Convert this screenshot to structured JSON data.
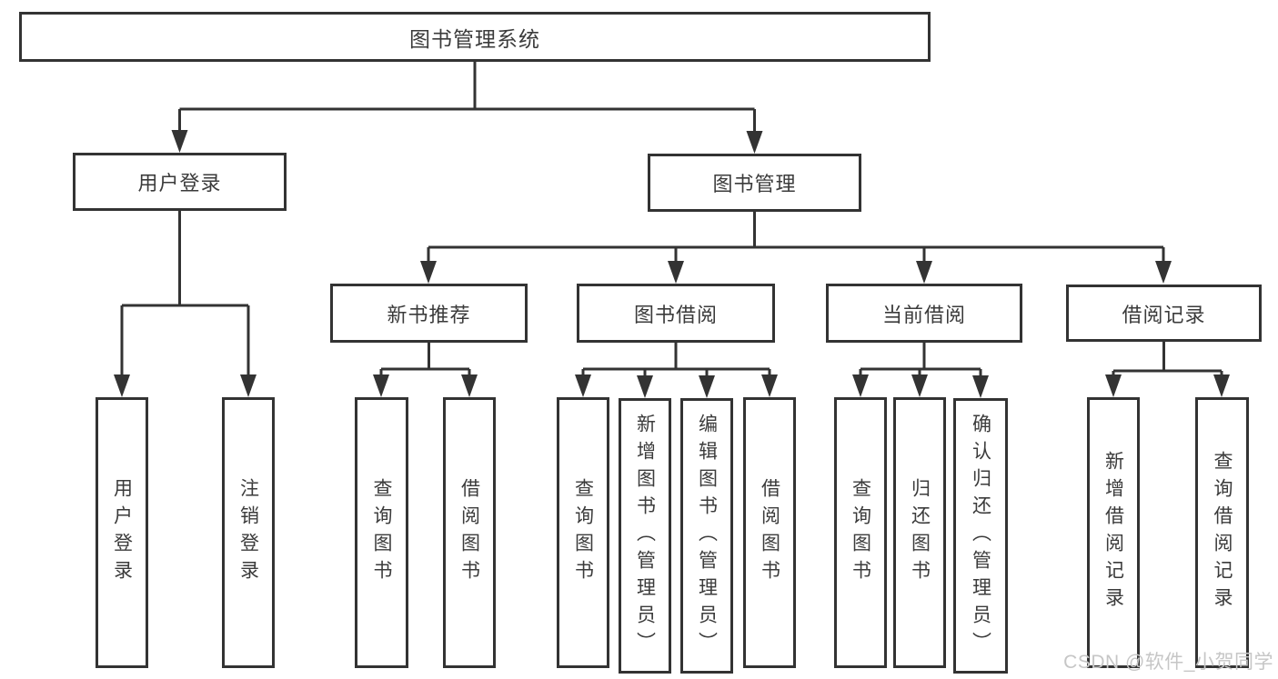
{
  "diagram": {
    "tree": {
      "label": "图书管理系统",
      "children": [
        {
          "label": "用户登录",
          "children": [
            {
              "label": "用户登录"
            },
            {
              "label": "注销登录"
            }
          ]
        },
        {
          "label": "图书管理",
          "children": [
            {
              "label": "新书推荐",
              "children": [
                {
                  "label": "查询图书"
                },
                {
                  "label": "借阅图书"
                }
              ]
            },
            {
              "label": "图书借阅",
              "children": [
                {
                  "label": "查询图书"
                },
                {
                  "label": "新增图书（管理员）"
                },
                {
                  "label": "编辑图书（管理员）"
                },
                {
                  "label": "借阅图书"
                }
              ]
            },
            {
              "label": "当前借阅",
              "children": [
                {
                  "label": "查询图书"
                },
                {
                  "label": "归还图书"
                },
                {
                  "label": "确认归还（管理员）"
                }
              ]
            },
            {
              "label": "借阅记录",
              "children": [
                {
                  "label": "新增借阅记录"
                },
                {
                  "label": "查询借阅记录"
                }
              ]
            }
          ]
        }
      ]
    },
    "colors": {
      "line": "#333333",
      "box_border": "#333333",
      "box_fill": "#ffffff",
      "text": "#3b3b3b",
      "background": "#ffffff",
      "watermark": "#c6c6c6"
    }
  },
  "watermark": {
    "text": "CSDN @软件_小贺同学"
  }
}
